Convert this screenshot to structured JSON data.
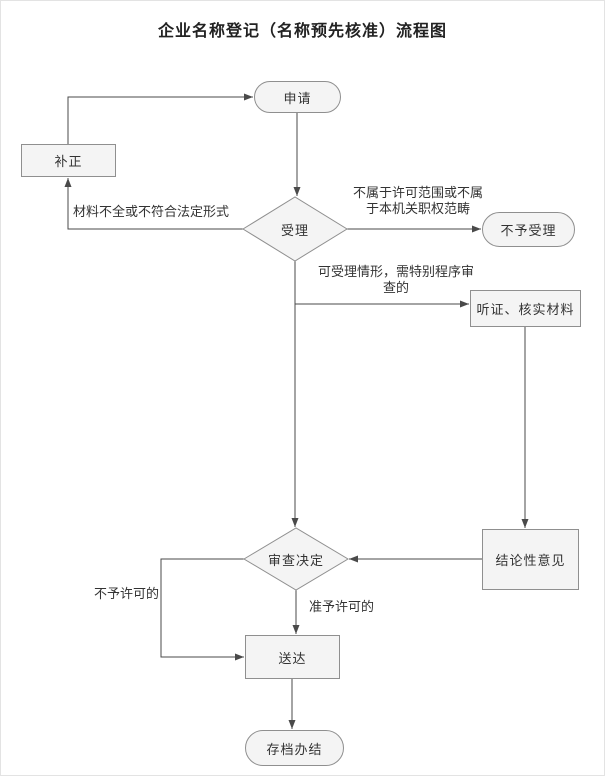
{
  "title": "企业名称登记（名称预先核准）流程图",
  "nodes": {
    "apply": {
      "label": "申请",
      "shape": "stadium"
    },
    "correction": {
      "label": "补正",
      "shape": "rect"
    },
    "acceptance": {
      "label": "受理",
      "shape": "diamond"
    },
    "not_accepted": {
      "label": "不予受理",
      "shape": "stadium"
    },
    "hearing": {
      "label": "听证、核实材料",
      "shape": "rect"
    },
    "review": {
      "label": "审查决定",
      "shape": "diamond"
    },
    "conclusive": {
      "label": "结论性意见",
      "shape": "rect"
    },
    "delivery": {
      "label": "送达",
      "shape": "rect"
    },
    "archive": {
      "label": "存档办结",
      "shape": "stadium"
    }
  },
  "edge_labels": {
    "incomplete": "材料不全或不符合法定形式",
    "out_of_scope": "不属于许可范围或不属\n于本机关职权范畴",
    "special": "可受理情形，需特别程序审\n查的",
    "not_permitted": "不予许可的",
    "permitted": "准予许可的"
  },
  "colors": {
    "node_fill": "#f4f4f4",
    "node_border": "#8f8f8f",
    "line": "#4a4a4a",
    "text": "#333333",
    "background": "#ffffff"
  }
}
